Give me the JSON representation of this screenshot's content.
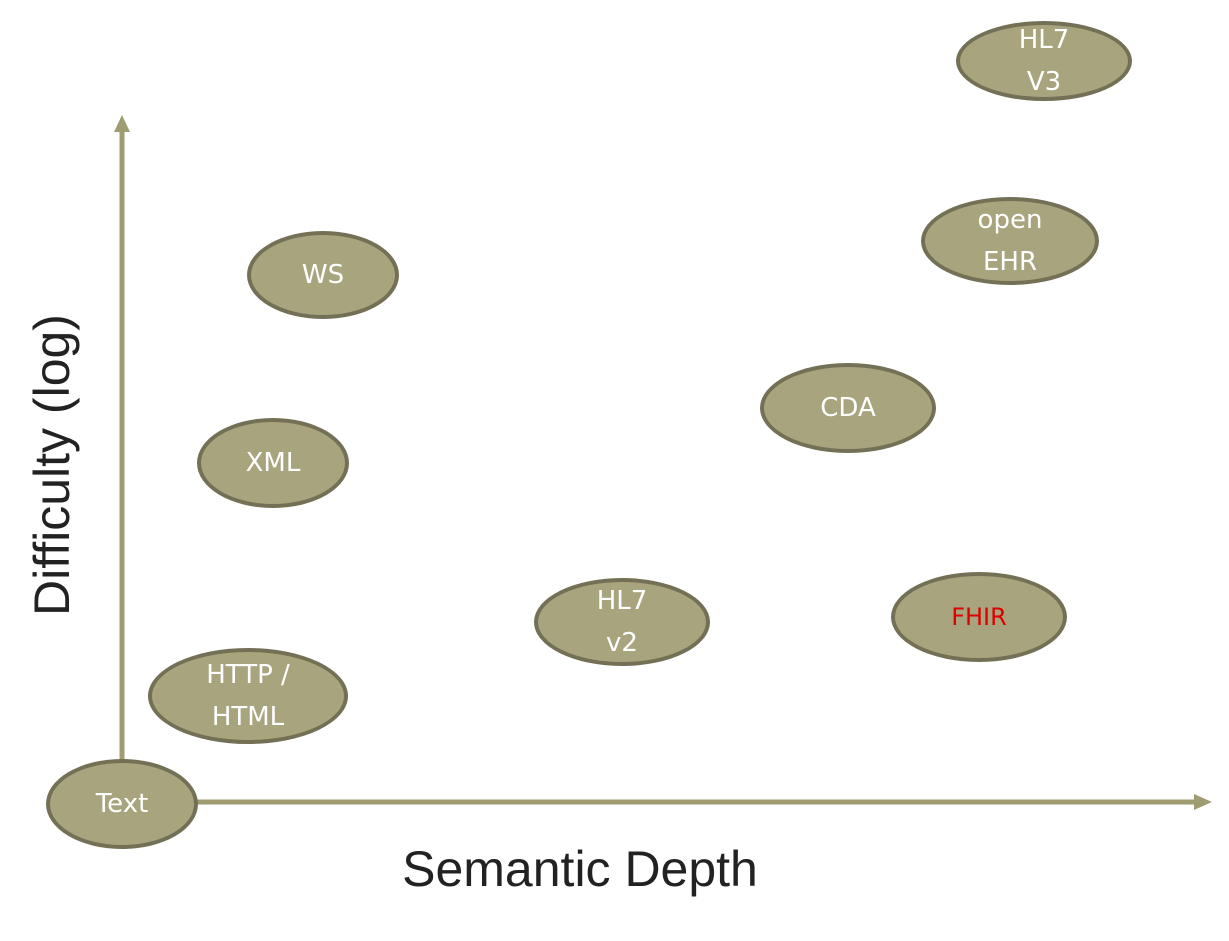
{
  "axes": {
    "x_label": "Semantic Depth",
    "y_label": "Difficulty (log)",
    "color": "#a09c72"
  },
  "node_fill": "#a8a47e",
  "node_stroke": "#737055",
  "nodes": [
    {
      "id": "hl7v3",
      "label": "HL7\nV3",
      "color": "#ffffff"
    },
    {
      "id": "openehr",
      "label": "open\nEHR",
      "color": "#ffffff"
    },
    {
      "id": "ws",
      "label": "WS",
      "color": "#ffffff"
    },
    {
      "id": "cda",
      "label": "CDA",
      "color": "#ffffff"
    },
    {
      "id": "xml",
      "label": "XML",
      "color": "#ffffff"
    },
    {
      "id": "hl7v2",
      "label": "HL7\nv2",
      "color": "#ffffff"
    },
    {
      "id": "fhir",
      "label": "FHIR",
      "color": "#dd0000"
    },
    {
      "id": "http",
      "label": "HTTP /\nHTML",
      "color": "#ffffff"
    },
    {
      "id": "text",
      "label": "Text",
      "color": "#ffffff"
    }
  ]
}
